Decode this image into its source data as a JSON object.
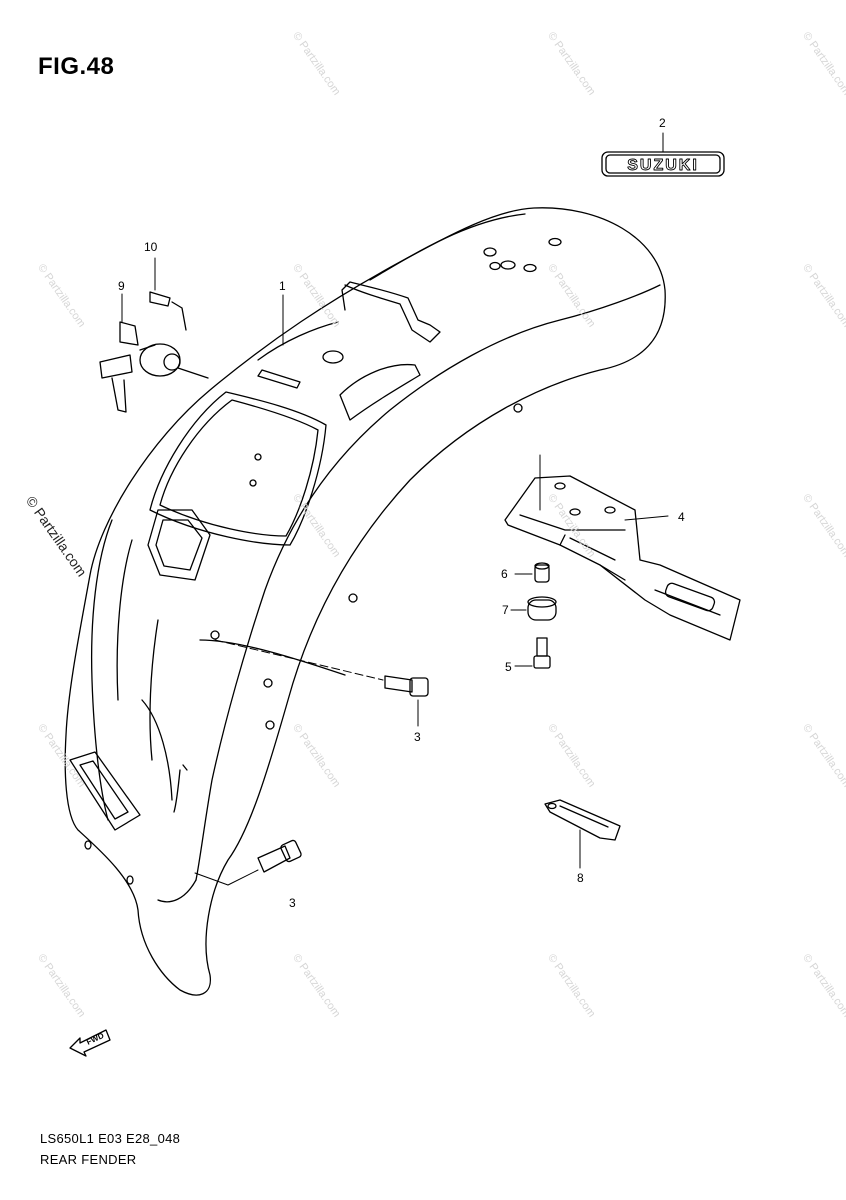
{
  "figure": {
    "title": "FIG.48",
    "code": "LS650L1 E03 E28_048",
    "name": "REAR FENDER",
    "copyright": "© Partzilla.com",
    "watermark_text": "© Partzilla.com",
    "emblem_text": "SUZUKI",
    "fwd_text": "FWD"
  },
  "callouts": [
    {
      "id": "1",
      "label": "1"
    },
    {
      "id": "2",
      "label": "2"
    },
    {
      "id": "3a",
      "label": "3"
    },
    {
      "id": "3b",
      "label": "3"
    },
    {
      "id": "4",
      "label": "4"
    },
    {
      "id": "5",
      "label": "5"
    },
    {
      "id": "6",
      "label": "6"
    },
    {
      "id": "7",
      "label": "7"
    },
    {
      "id": "8",
      "label": "8"
    },
    {
      "id": "9",
      "label": "9"
    },
    {
      "id": "10",
      "label": "10"
    }
  ],
  "colors": {
    "line": "#000000",
    "watermark": "#d6d6d6"
  }
}
